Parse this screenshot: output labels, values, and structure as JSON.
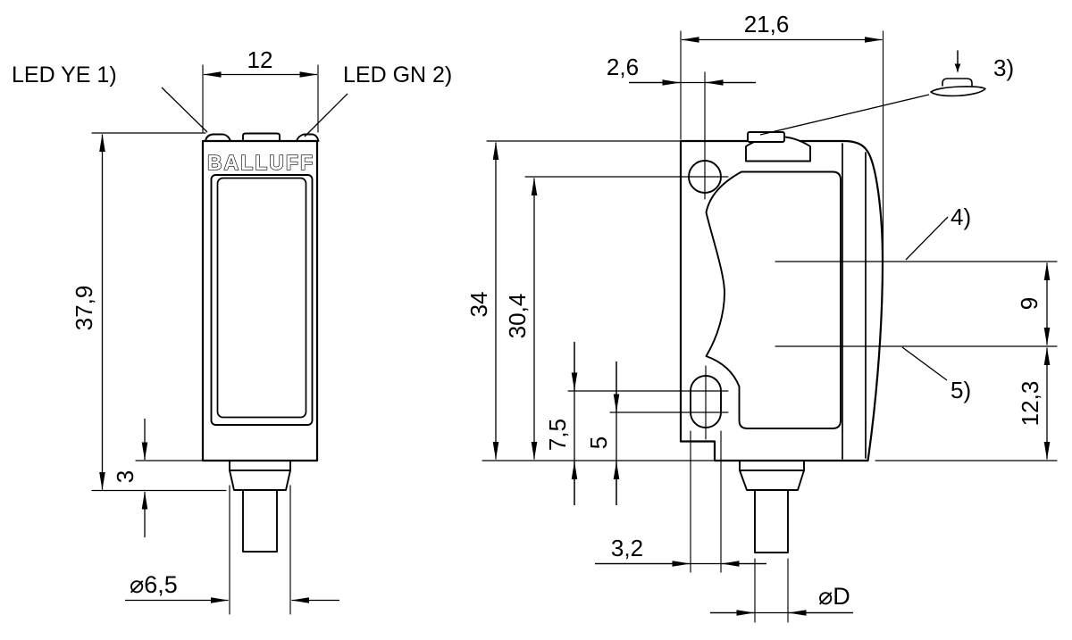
{
  "drawing": {
    "brand_logo": "BALLUFF",
    "colors": {
      "line": "#000000",
      "background": "#ffffff"
    },
    "front_view": {
      "led_yellow_label": "LED YE  1)",
      "led_green_label": "LED GN  2)",
      "width_dim": "12",
      "height_dim": "37,9",
      "cable_offset_dim": "3",
      "sleeve_diameter_dim": "⌀6,5"
    },
    "side_view": {
      "depth_dim": "21,6",
      "hole_offset_dim": "2,6",
      "button_callout": "3)",
      "body_height_dim": "34",
      "hole_to_bottom_dim": "30,4",
      "slot_upper_dim": "7,5",
      "slot_lower_dim": "5",
      "upper_axis_callout": "4)",
      "lower_axis_callout": "5)",
      "axis_spacing_dim": "9",
      "axis_to_bottom_dim": "12,3",
      "slot_width_dim": "3,2",
      "cable_diameter_dim": "⌀D"
    }
  }
}
